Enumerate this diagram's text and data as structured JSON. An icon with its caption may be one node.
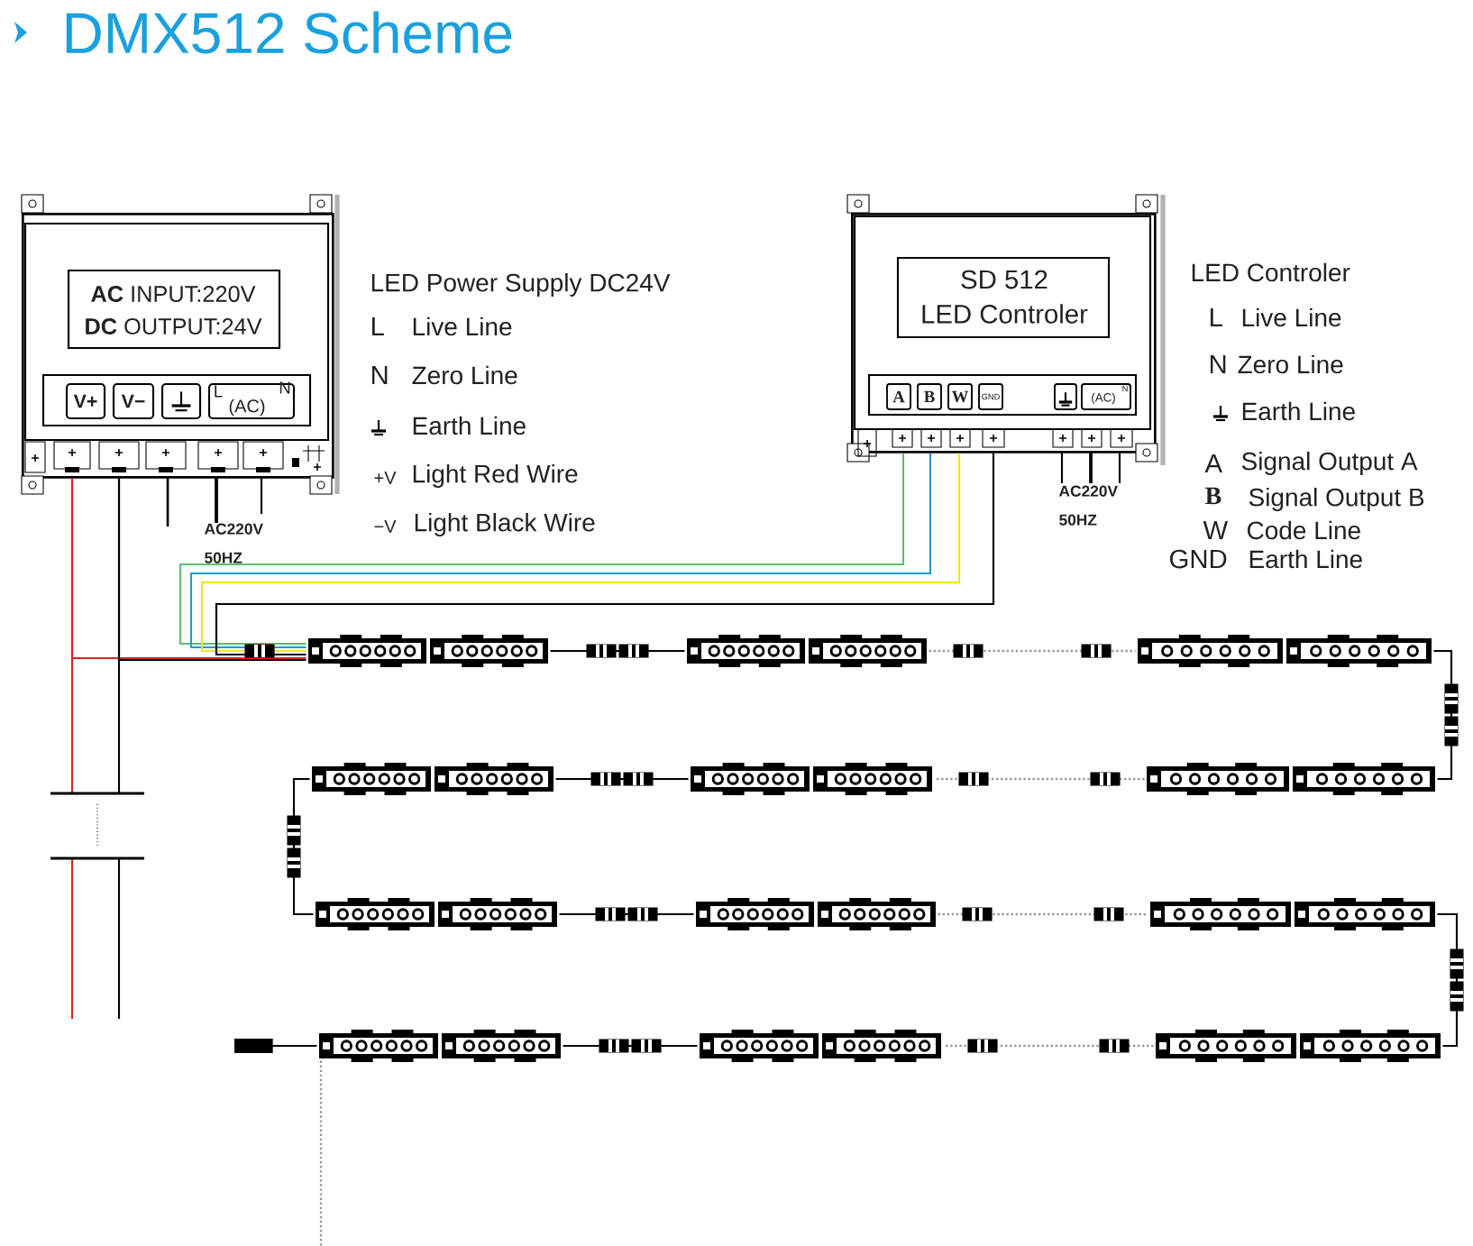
{
  "diagram": {
    "title": "DMX512 Scheme",
    "nodes": [
      {
        "text": [
          "**AC** INPUT:220V",
          "**DC** OUTPUT:24V"
        ]
      },
      {
        "text": [
          "SD 512",
          "LED Controler"
        ]
      },
      {
        "text": [],
        "shape": "bar"
      },
      {
        "text": [],
        "shape": "bar"
      },
      {
        "text": [],
        "shape": "bar"
      },
      {
        "text": [],
        "shape": "bar"
      },
      {
        "text": [],
        "shape": "bar"
      },
      {
        "text": [],
        "shape": "bar"
      },
      {
        "text": [],
        "shape": "bar"
      },
      {
        "text": [],
        "shape": "bar"
      },
      {
        "text": [],
        "shape": "bar"
      },
      {
        "text": [],
        "shape": "bar"
      },
      {
        "text": [],
        "shape": "bar"
      },
      {
        "text": [],
        "shape": "bar"
      }
    ],
    "edges": [
      {
        "from": 1,
        "to": 2,
        "arrow": "none",
        "color": "#5cc06a"
      },
      {
        "from": 1,
        "to": 2,
        "arrow": "none",
        "color": "#1e9ad6"
      },
      {
        "from": 1,
        "to": 2,
        "arrow": "none",
        "color": "#f2e41c"
      },
      {
        "from": 1,
        "to": 2,
        "arrow": "none"
      },
      {
        "from": 0,
        "to": 2,
        "arrow": "none",
        "color": "#e02020"
      },
      {
        "from": 0,
        "to": 2,
        "arrow": "none"
      },
      {
        "from": 0,
        "to": null,
        "arrow": "none",
        "color": "#e02020"
      },
      {
        "from": 0,
        "to": null,
        "arrow": "none"
      },
      {
        "from": 2,
        "to": 3,
        "arrow": "none"
      },
      {
        "from": 3,
        "to": 4,
        "arrow": "none",
        "style": "dashed",
        "color": "#999999"
      },
      {
        "from": 4,
        "to": 7,
        "arrow": "none"
      },
      {
        "from": 7,
        "to": 6,
        "arrow": "none",
        "style": "dashed",
        "color": "#999999"
      },
      {
        "from": 6,
        "to": 5,
        "arrow": "none"
      },
      {
        "from": 5,
        "to": 8,
        "arrow": "none"
      },
      {
        "from": 8,
        "to": 9,
        "arrow": "none"
      },
      {
        "from": 9,
        "to": 10,
        "arrow": "none",
        "style": "dashed",
        "color": "#999999"
      },
      {
        "from": 10,
        "to": 13,
        "arrow": "none"
      },
      {
        "from": 13,
        "to": 12,
        "arrow": "none",
        "style": "dashed",
        "color": "#999999"
      },
      {
        "from": 12,
        "to": 11,
        "arrow": "none"
      },
      {
        "from": 11,
        "to": null,
        "arrow": "other"
      },
      {
        "from": 11,
        "to": null,
        "arrow": "none",
        "style": "dashed",
        "color": "#999999"
      }
    ],
    "labels": [
      "V+",
      "V−",
      "L",
      "(AC)",
      "N",
      "LED Power Supply DC24V",
      "L",
      "Live Line",
      "N",
      "Zero Line",
      "Earth Line",
      "+V",
      "Light Red Wire",
      "−V",
      "Light Black Wire",
      "AC220V 50HZ",
      "A",
      "B",
      "W",
      "GND",
      "(AC)",
      "N",
      "LED Controler",
      "L",
      "Live Line",
      "N",
      "Zero Line",
      "Earth Line",
      "A",
      "Signal Output A",
      "B",
      "Signal Output B",
      "W",
      "Code Line",
      "GND",
      "Earth Line",
      "AC220V 50HZ"
    ]
  }
}
